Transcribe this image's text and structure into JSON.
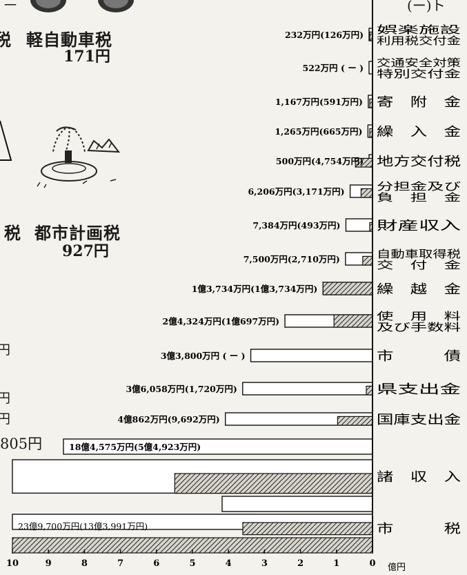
{
  "header_fragment": {
    "left": "一",
    "right": "(ー)ト"
  },
  "tax_items": [
    {
      "name": "軽自動車税",
      "value": "171円"
    },
    {
      "name": "都市計画税",
      "value": "927円"
    }
  ],
  "left_fragments": {
    "tax_suffix_top": "税",
    "tax_suffix_bottom": "税",
    "yen_fragments": [
      "円",
      "円",
      "円"
    ],
    "per_capita_805": "805円"
  },
  "chart_data": {
    "type": "bar",
    "orientation": "horizontal",
    "unit": "億円",
    "x_ticks": [
      "10",
      "9",
      "8",
      "7",
      "6",
      "5",
      "4",
      "3",
      "2",
      "1",
      "0"
    ],
    "xlim": [
      0,
      10
    ],
    "series": [
      {
        "name": "",
        "style": "white"
      },
      {
        "name": "",
        "style": "hatched"
      }
    ],
    "categories": [
      {
        "category": "娯楽施設利用税交付金",
        "cat_lines": [
          "娯楽施設",
          "利用税交付金"
        ],
        "label": "232万円(126万円)",
        "total": 0.0232,
        "prev": 0.0126
      },
      {
        "category": "交通安全対策特別交付金",
        "cat_lines": [
          "交通安全対策",
          "特別交付金"
        ],
        "label": "522万円 ( ー )",
        "total": 0.0522,
        "prev": 0
      },
      {
        "category": "寄附金",
        "cat_lines": [
          "寄　附　金"
        ],
        "label": "1,167万円(591万円)",
        "total": 0.1167,
        "prev": 0.0591
      },
      {
        "category": "繰入金",
        "cat_lines": [
          "繰　入　金"
        ],
        "label": "1,265万円(665万円)",
        "total": 0.1265,
        "prev": 0.0665
      },
      {
        "category": "地方交付税",
        "cat_lines": [
          "地方交付税"
        ],
        "label": "500万円(4,754万円)",
        "total": 0.05,
        "prev": 0.4754
      },
      {
        "category": "分担金及び負担金",
        "cat_lines": [
          "分担金及び",
          "負　担　金"
        ],
        "label": "6,206万円(3,171万円)",
        "total": 0.6206,
        "prev": 0.3171
      },
      {
        "category": "財産収入",
        "cat_lines": [
          "財産収入"
        ],
        "label": "7,384万円(493万円)",
        "total": 0.7384,
        "prev": 0.0493
      },
      {
        "category": "自動車取得税交付金",
        "cat_lines": [
          "自動車取得税",
          "交　付　金"
        ],
        "label": "7,500万円(2,710万円)",
        "total": 0.75,
        "prev": 0.271
      },
      {
        "category": "繰越金",
        "cat_lines": [
          "繰　越　金"
        ],
        "label": "1億3,734万円(1億3,734万円)",
        "total": 1.3734,
        "prev": 1.3734
      },
      {
        "category": "使用料及び手数料",
        "cat_lines": [
          "使　用　料",
          "及び手数料"
        ],
        "label": "2億4,324万円(1億697万円)",
        "total": 2.4324,
        "prev": 1.0697
      },
      {
        "category": "市債",
        "cat_lines": [
          "市　　　債"
        ],
        "label": "3億3,800万円 ( ー )",
        "total": 3.38,
        "prev": 0
      },
      {
        "category": "県支出金",
        "cat_lines": [
          "県支出金"
        ],
        "label": "3億6,058万円(1,720万円)",
        "total": 3.6058,
        "prev": 0.172
      },
      {
        "category": "国庫支出金",
        "cat_lines": [
          "国庫支出金"
        ],
        "label": "4億862万円(9,692万円)",
        "total": 4.0862,
        "prev": 0.9692
      },
      {
        "category": "諸収入",
        "cat_lines": [
          "諸　収　入"
        ],
        "label": "18億4,575万円(5億4,923万円)",
        "total": 18.4575,
        "prev": 5.4923
      },
      {
        "category": "市税",
        "cat_lines": [
          "市　　　税"
        ],
        "label": "23億9,700万円(13億3,991万円)",
        "total": 23.97,
        "prev": 13.3991
      }
    ]
  }
}
